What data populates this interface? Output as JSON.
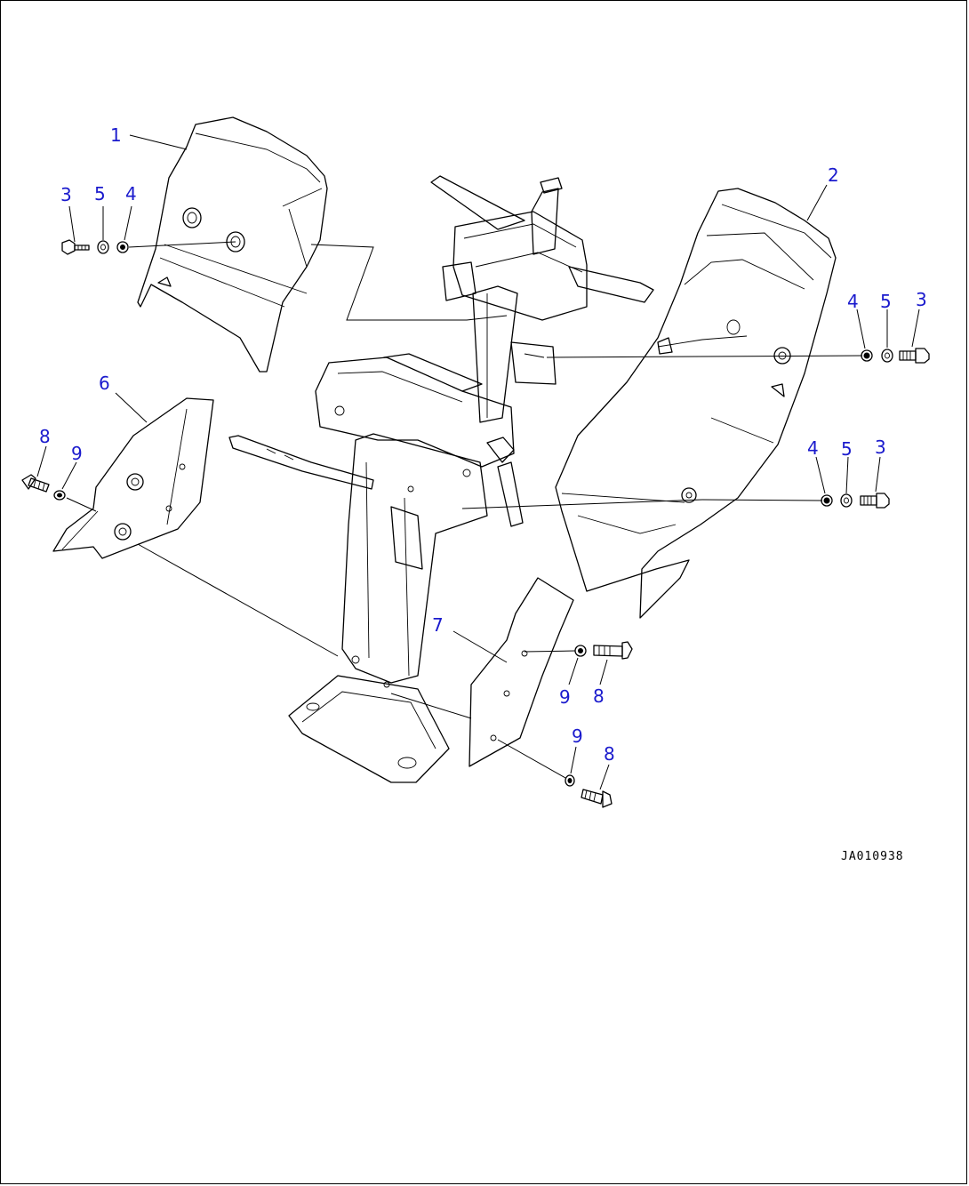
{
  "drawing_number": "JA010938",
  "callouts": [
    {
      "id": "c1",
      "text": "1"
    },
    {
      "id": "c2",
      "text": "2"
    },
    {
      "id": "c3a",
      "text": "3"
    },
    {
      "id": "c5a",
      "text": "5"
    },
    {
      "id": "c4a",
      "text": "4"
    },
    {
      "id": "c4b",
      "text": "4"
    },
    {
      "id": "c5b",
      "text": "5"
    },
    {
      "id": "c3b",
      "text": "3"
    },
    {
      "id": "c4c",
      "text": "4"
    },
    {
      "id": "c5c",
      "text": "5"
    },
    {
      "id": "c3c",
      "text": "3"
    },
    {
      "id": "c6",
      "text": "6"
    },
    {
      "id": "c8a",
      "text": "8"
    },
    {
      "id": "c9a",
      "text": "9"
    },
    {
      "id": "c7",
      "text": "7"
    },
    {
      "id": "c9b",
      "text": "9"
    },
    {
      "id": "c8b",
      "text": "8"
    },
    {
      "id": "c9c",
      "text": "9"
    },
    {
      "id": "c8c",
      "text": "8"
    }
  ],
  "colors": {
    "callout": "#1a1acd",
    "line": "#000000",
    "background": "#ffffff"
  }
}
